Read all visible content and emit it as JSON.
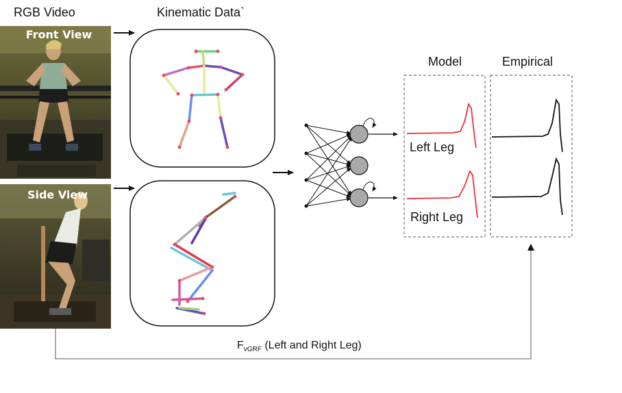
{
  "headers": {
    "rgb_video": "RGB Video",
    "kinematic": "Kinematic Data`",
    "model": "Model",
    "empirical": "Empirical"
  },
  "video": {
    "front": "Front View",
    "side": "Side View"
  },
  "legs": {
    "left": "Left Leg",
    "right": "Right Leg"
  },
  "caption": {
    "main": "F",
    "sub": "vGRF",
    "rest": " (Left and Right Leg)"
  },
  "colors": {
    "model_curve": "#e8313b",
    "empirical_curve": "#111111",
    "neuron_fill": "#a9a9a9"
  }
}
